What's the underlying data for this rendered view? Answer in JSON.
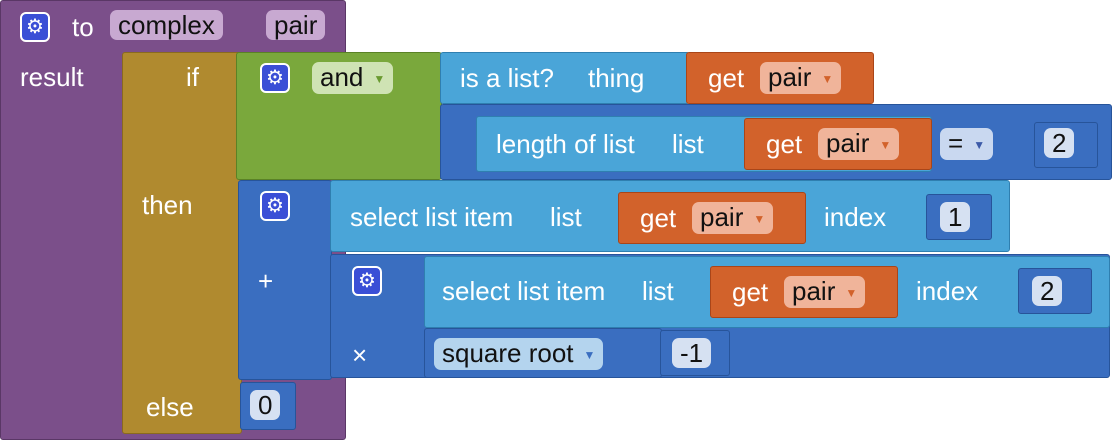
{
  "procedure": {
    "keyword_to": "to",
    "name": "complex",
    "param": "pair",
    "result_label": "result"
  },
  "if_block": {
    "if_label": "if",
    "then_label": "then",
    "else_label": "else"
  },
  "logic": {
    "op": "and"
  },
  "is_list": {
    "label": "is a list?",
    "thing_label": "thing"
  },
  "getters": [
    {
      "label": "get",
      "var": "pair"
    },
    {
      "label": "get",
      "var": "pair"
    },
    {
      "label": "get",
      "var": "pair"
    },
    {
      "label": "get",
      "var": "pair"
    }
  ],
  "length_of_list": {
    "label": "length of list",
    "list_label": "list"
  },
  "compare": {
    "op": "=",
    "value": "2"
  },
  "select1": {
    "label": "select list item",
    "list_label": "list",
    "index_label": "index",
    "index_value": "1"
  },
  "plus": {
    "label": "+"
  },
  "select2": {
    "label": "select list item",
    "list_label": "list",
    "index_label": "index",
    "index_value": "2"
  },
  "times": {
    "label": "×"
  },
  "sqrt": {
    "op": "square root",
    "value": "-1"
  },
  "else_value": "0",
  "icons": {
    "gear": "gear-icon",
    "dropdown": "triangle-down-icon"
  },
  "colors": {
    "procedure": "#7b4f8a",
    "control": "#b08a2f",
    "logic": "#7aa83c",
    "list": "#4aa5d8",
    "math": "#3a6ec0",
    "variable": "#d2622b"
  }
}
